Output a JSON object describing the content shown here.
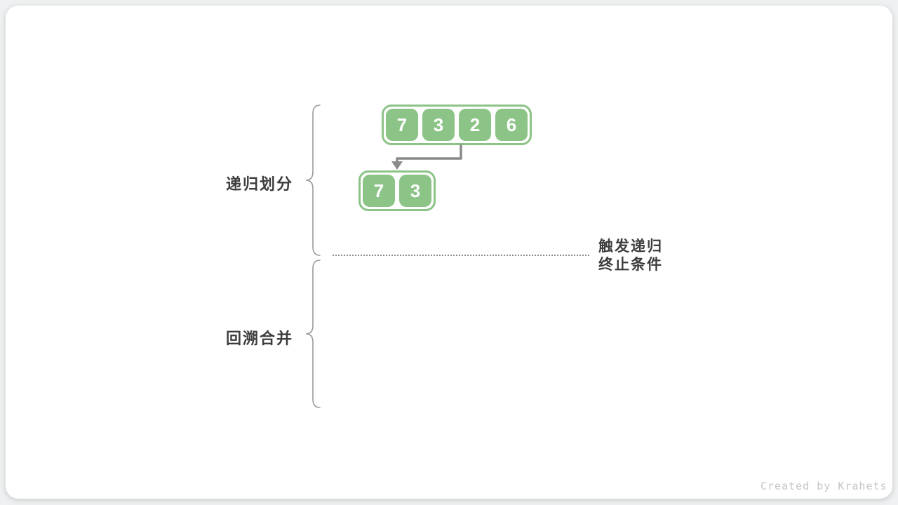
{
  "labels": {
    "divide_phase": "递归划分",
    "merge_phase": "回溯合并"
  },
  "annotations": {
    "base_case_line1": "触发递归",
    "base_case_line2": "终止条件"
  },
  "diagram": {
    "top_array": {
      "values": [
        "7",
        "3",
        "2",
        "6"
      ]
    },
    "sub_array": {
      "values": [
        "7",
        "3"
      ]
    }
  },
  "watermark": "Created by Krahets",
  "colors": {
    "cell_green": "#8cc386",
    "arrow_gray": "#8a8a8a",
    "brace_gray": "#9b9b9b",
    "text_dark": "#3d3d3d",
    "watermark_gray": "#c5c5c5",
    "card_background": "#ffffff",
    "page_background": "#eef0f1"
  }
}
